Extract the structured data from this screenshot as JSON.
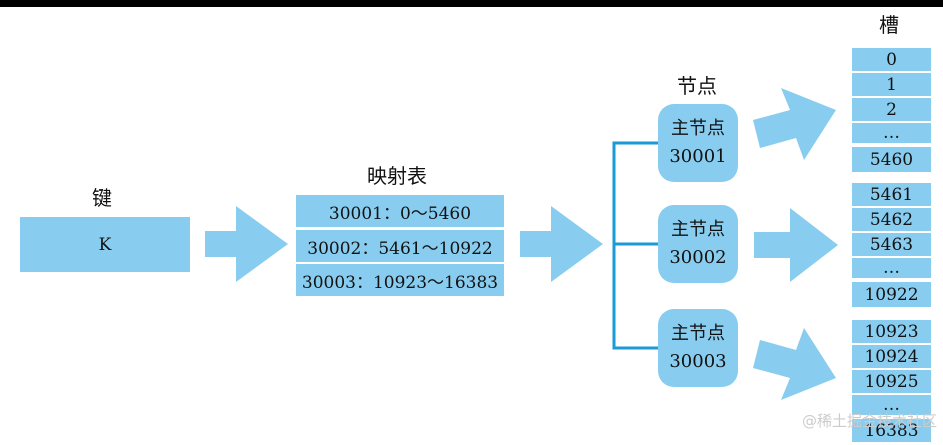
{
  "labels": {
    "key": "键",
    "mapping": "映射表",
    "node": "节点",
    "slot": "槽"
  },
  "key": {
    "value": "K"
  },
  "mapping_table": [
    "30001：0～5460",
    "30002：5461～10922",
    "30003：10923～16383"
  ],
  "nodes": [
    {
      "role": "主节点",
      "port": "30001"
    },
    {
      "role": "主节点",
      "port": "30002"
    },
    {
      "role": "主节点",
      "port": "30003"
    }
  ],
  "slot_groups": [
    [
      "0",
      "1",
      "2",
      "…",
      "5460"
    ],
    [
      "5461",
      "5462",
      "5463",
      "…",
      "10922"
    ],
    [
      "10923",
      "10924",
      "10925",
      "…",
      "16383"
    ]
  ],
  "watermark": "@稀土掘金技术社区",
  "colors": {
    "box_fill": "#88cdf0",
    "connector": "#1a9ad6"
  }
}
